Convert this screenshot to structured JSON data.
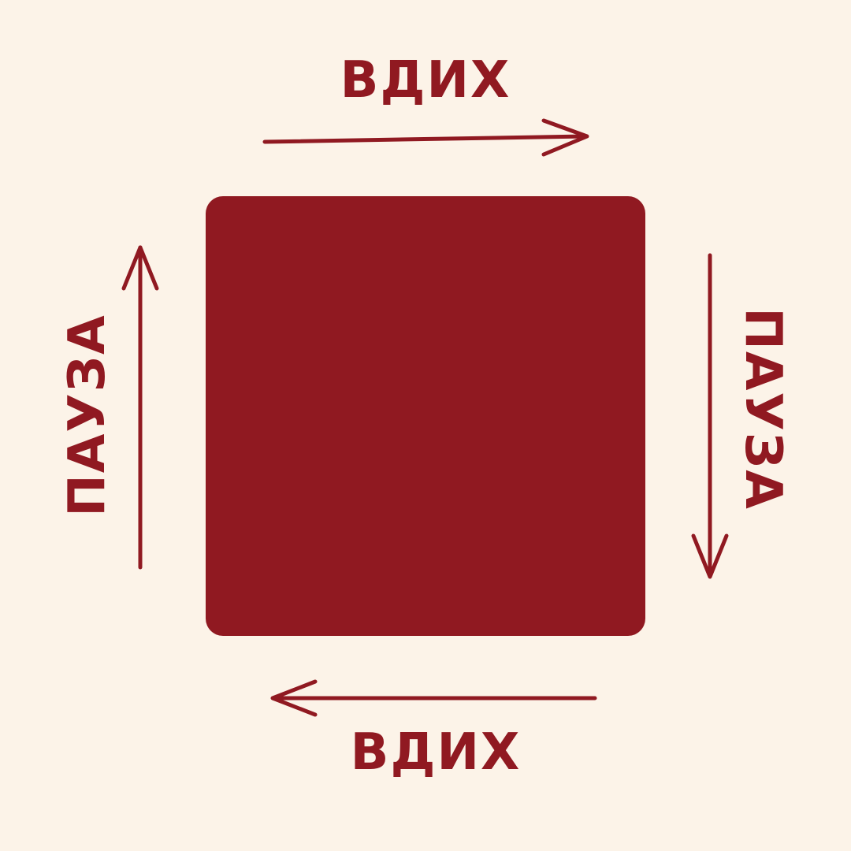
{
  "colors": {
    "background": "#FCF3E8",
    "accent": "#901921"
  },
  "labels": {
    "top": "ВДИХ",
    "right": "ПАУЗА",
    "bottom": "ВДИХ",
    "left": "ПАУЗА"
  },
  "icons": [
    "arrow-right-icon",
    "arrow-down-icon",
    "arrow-left-icon",
    "arrow-up-icon"
  ]
}
